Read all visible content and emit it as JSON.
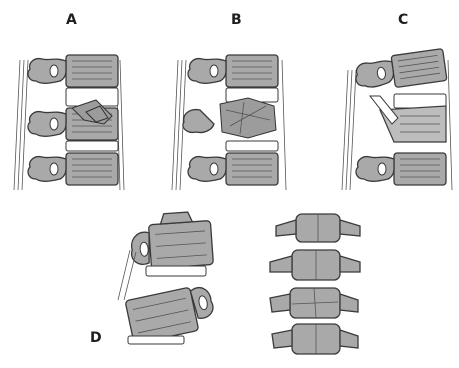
{
  "labels": {
    "a": "A",
    "b": "B",
    "c": "C",
    "d": "D"
  },
  "colors": {
    "bone": "#a9a9a9",
    "outline": "#3a3a3a",
    "background": "#ffffff"
  }
}
